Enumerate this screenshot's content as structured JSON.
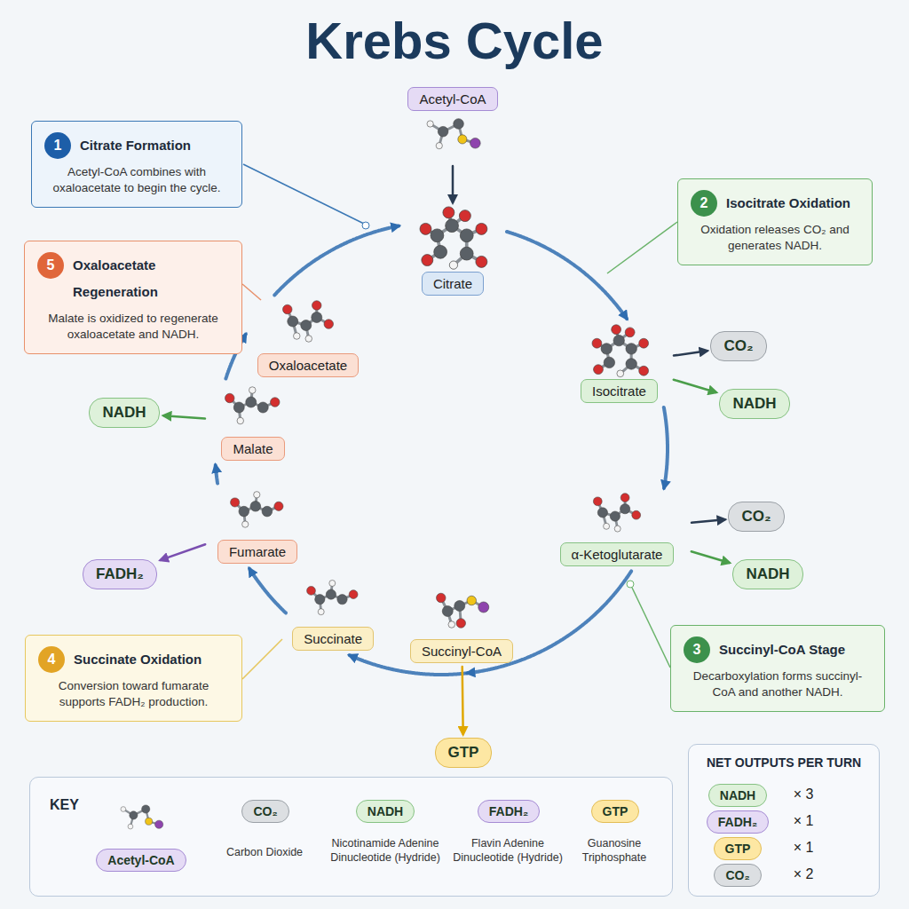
{
  "diagram": {
    "title": "Krebs Cycle",
    "nodes": [
      {
        "text": [
          "Acetyl-CoA"
        ]
      },
      {
        "text": [
          "Citrate Formation",
          "Acetyl-CoA combines with oxaloacetate to begin the cycle."
        ]
      },
      {
        "text": [
          "1"
        ],
        "in": 1
      },
      {
        "text": [
          "Isocitrate Oxidation",
          "Oxidation releases CO₂ and generates NADH."
        ]
      },
      {
        "text": [
          "2"
        ],
        "in": 3
      },
      {
        "text": [
          "Citrate"
        ]
      },
      {
        "text": [
          "Oxaloacetate Regeneration",
          "Malate is oxidized to regenerate oxaloacetate and NADH."
        ]
      },
      {
        "text": [
          "5"
        ],
        "in": 6
      },
      {
        "text": [
          "Oxaloacetate"
        ]
      },
      {
        "text": [
          "Isocitrate"
        ]
      },
      {
        "text": [
          "CO₂"
        ]
      },
      {
        "text": [
          "NADH"
        ]
      },
      {
        "text": [
          "NADH"
        ]
      },
      {
        "text": [
          "Malate"
        ]
      },
      {
        "text": [
          "α-Ketoglutarate"
        ]
      },
      {
        "text": [
          "CO₂"
        ]
      },
      {
        "text": [
          "NADH"
        ]
      },
      {
        "text": [
          "Fumarate"
        ]
      },
      {
        "text": [
          "FADH₂"
        ]
      },
      {
        "text": [
          "Succinate"
        ]
      },
      {
        "text": [
          "Succinate Oxidation",
          "Conversion toward fumarate supports FADH₂ production."
        ]
      },
      {
        "text": [
          "4"
        ],
        "in": 20
      },
      {
        "text": [
          "Succinyl-CoA"
        ]
      },
      {
        "text": [
          "Succinyl-CoA Stage",
          "Decarboxylation forms succinyl-CoA and another NADH."
        ]
      },
      {
        "text": [
          "3"
        ],
        "in": 23
      },
      {
        "text": [
          "GTP"
        ]
      },
      {
        "text": [
          "KEY"
        ]
      },
      {
        "text": [
          "Acetyl-CoA"
        ],
        "in": 26
      },
      {
        "text": [
          "CO₂"
        ],
        "in": 26
      },
      {
        "text": [
          "NADH"
        ],
        "in": 26
      },
      {
        "text": [
          "FADH₂"
        ],
        "in": 26
      },
      {
        "text": [
          "GTP"
        ],
        "in": 26
      },
      {
        "text": [
          "NET OUTPUTS PER TURN"
        ]
      },
      {
        "text": [
          "NADH"
        ],
        "in": 32
      },
      {
        "text": [
          "FADH₂"
        ],
        "in": 32
      },
      {
        "text": [
          "GTP"
        ],
        "in": 32
      },
      {
        "text": [
          "CO₂"
        ],
        "in": 32
      }
    ],
    "edges": [
      {
        "from": 0,
        "to": 5,
        "arrow": "to"
      },
      {
        "from": 5,
        "to": 9,
        "arrow": "to"
      },
      {
        "from": 9,
        "to": 14,
        "arrow": "to"
      },
      {
        "from": 14,
        "to": 22,
        "arrow": "to"
      },
      {
        "from": 22,
        "to": 19,
        "arrow": "to"
      },
      {
        "from": 19,
        "to": 17,
        "arrow": "to"
      },
      {
        "from": 17,
        "to": 13,
        "arrow": "to"
      },
      {
        "from": 13,
        "to": 8,
        "arrow": "to"
      },
      {
        "from": 8,
        "to": 5,
        "arrow": "to"
      },
      {
        "from": 9,
        "to": 10,
        "arrow": "to"
      },
      {
        "from": 9,
        "to": 11,
        "arrow": "to"
      },
      {
        "from": 14,
        "to": 15,
        "arrow": "to"
      },
      {
        "from": 14,
        "to": 16,
        "arrow": "to"
      },
      {
        "from": 22,
        "to": 25,
        "arrow": "to"
      },
      {
        "from": 17,
        "to": 18,
        "arrow": "to"
      },
      {
        "from": 13,
        "to": 12,
        "arrow": "to"
      }
    ],
    "labels": [
      "Carbon Dioxide",
      "Nicotinamide Adenine Dinucleotide (Hydride)",
      "Flavin Adenine Dinucleotide (Hydride)",
      "Guanosine Triphosphate",
      "× 3",
      "× 1",
      "× 1",
      "× 2"
    ]
  }
}
